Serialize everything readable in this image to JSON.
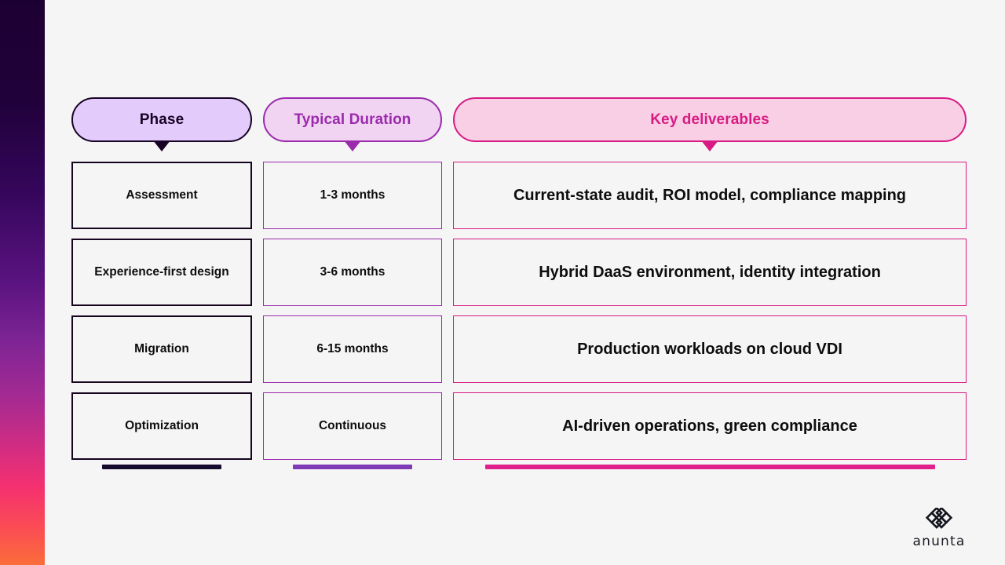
{
  "theme": {
    "background": "#f5f5f5",
    "rail_top": "#1d0033",
    "rail_mid": "#7d2494",
    "rail_pink": "#f43070",
    "rail_bottom": "#fb6d3a",
    "phase_accent": "#180326",
    "duration_accent": "#9b2aad",
    "deliverables_accent": "#d81b84"
  },
  "table": {
    "headers": [
      {
        "label": "Phase",
        "name": "phase"
      },
      {
        "label": "Typical Duration",
        "name": "typical-duration"
      },
      {
        "label": "Key deliverables",
        "name": "key-deliverables"
      }
    ],
    "rows": [
      {
        "phase": "Assessment",
        "duration": "1-3 months",
        "deliverables": "Current-state audit, ROI model, compliance mapping"
      },
      {
        "phase": "Experience-first design",
        "duration": "3-6 months",
        "deliverables": "Hybrid DaaS environment, identity integration"
      },
      {
        "phase": "Migration",
        "duration": "6-15 months",
        "deliverables": "Production workloads on cloud VDI"
      },
      {
        "phase": "Optimization",
        "duration": "Continuous",
        "deliverables": "AI-driven operations, green compliance"
      }
    ]
  },
  "brand": {
    "wordmark": "anunta",
    "mark_icon": "endless-knot-icon"
  }
}
